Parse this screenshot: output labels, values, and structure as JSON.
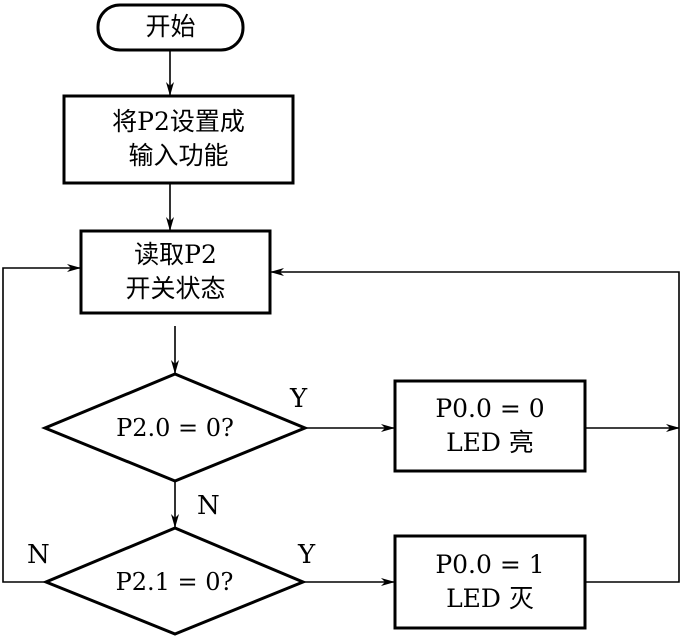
{
  "flowchart": {
    "start": {
      "label": "开始"
    },
    "set_input": {
      "line1": "将P2设置成",
      "line2": "输入功能"
    },
    "read_state": {
      "line1": "读取P2",
      "line2": "开关状态"
    },
    "decision1": {
      "label": "P2.0 = 0?",
      "yes": "Y",
      "no": "N"
    },
    "decision2": {
      "label": "P2.1 = 0?",
      "yes": "Y",
      "no": "N"
    },
    "led_on": {
      "line1": "P0.0 = 0",
      "line2": "LED 亮"
    },
    "led_off": {
      "line1": "P0.0 = 1",
      "line2": "LED 灭"
    }
  }
}
